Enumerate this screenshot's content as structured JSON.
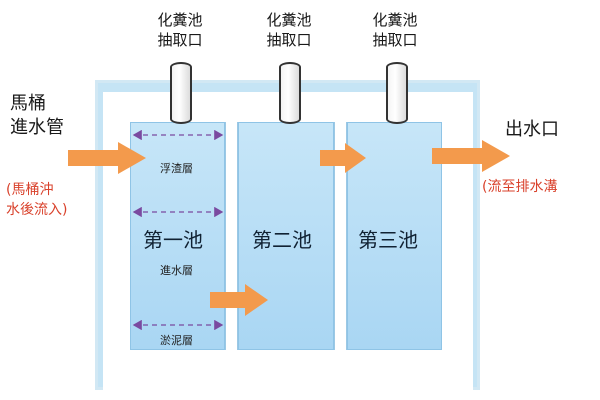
{
  "extraction_points": [
    {
      "label_line1": "化糞池",
      "label_line2": "抽取口"
    },
    {
      "label_line1": "化糞池",
      "label_line2": "抽取口"
    },
    {
      "label_line1": "化糞池",
      "label_line2": "抽取口"
    }
  ],
  "inlet": {
    "line1": "馬桶",
    "line2": "進水管",
    "note_line1": "(馬桶沖",
    "note_line2": "水後流入)"
  },
  "outlet": {
    "label": "出水口",
    "note": "(流至排水溝"
  },
  "chambers": [
    {
      "name": "第一池"
    },
    {
      "name": "第二池"
    },
    {
      "name": "第三池"
    }
  ],
  "layers": {
    "scum": "浮渣層",
    "water": "進水層",
    "sludge": "淤泥層"
  },
  "colors": {
    "arrow": "#f39a4c",
    "water": "#b7ddf5",
    "dashed": "#7a4aa0",
    "note_red": "#d9412b"
  }
}
